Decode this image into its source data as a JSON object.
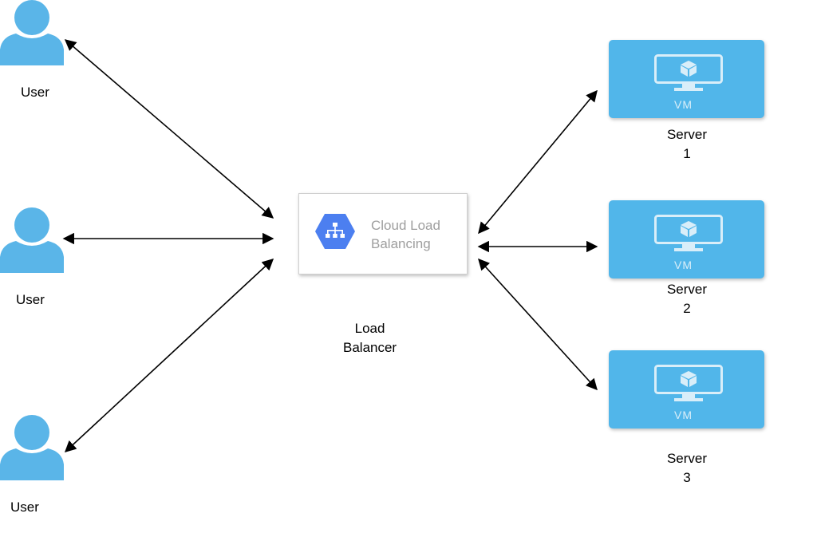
{
  "users": [
    {
      "label": "User"
    },
    {
      "label": "User"
    },
    {
      "label": "User"
    }
  ],
  "load_balancer": {
    "box_line1": "Cloud Load",
    "box_line2": "Balancing",
    "caption_line1": "Load",
    "caption_line2": "Balancer",
    "icon": "cloud-load-balancing-hexagon-icon"
  },
  "servers": [
    {
      "badge": "VM",
      "name": "Server",
      "number": "1"
    },
    {
      "badge": "VM",
      "name": "Server",
      "number": "2"
    },
    {
      "badge": "VM",
      "name": "Server",
      "number": "3"
    }
  ],
  "colors": {
    "user_icon": "#5ab5e8",
    "vm_fill": "#51b6ea",
    "lb_hexagon": "#4c7ff0",
    "arrow": "#000000"
  }
}
